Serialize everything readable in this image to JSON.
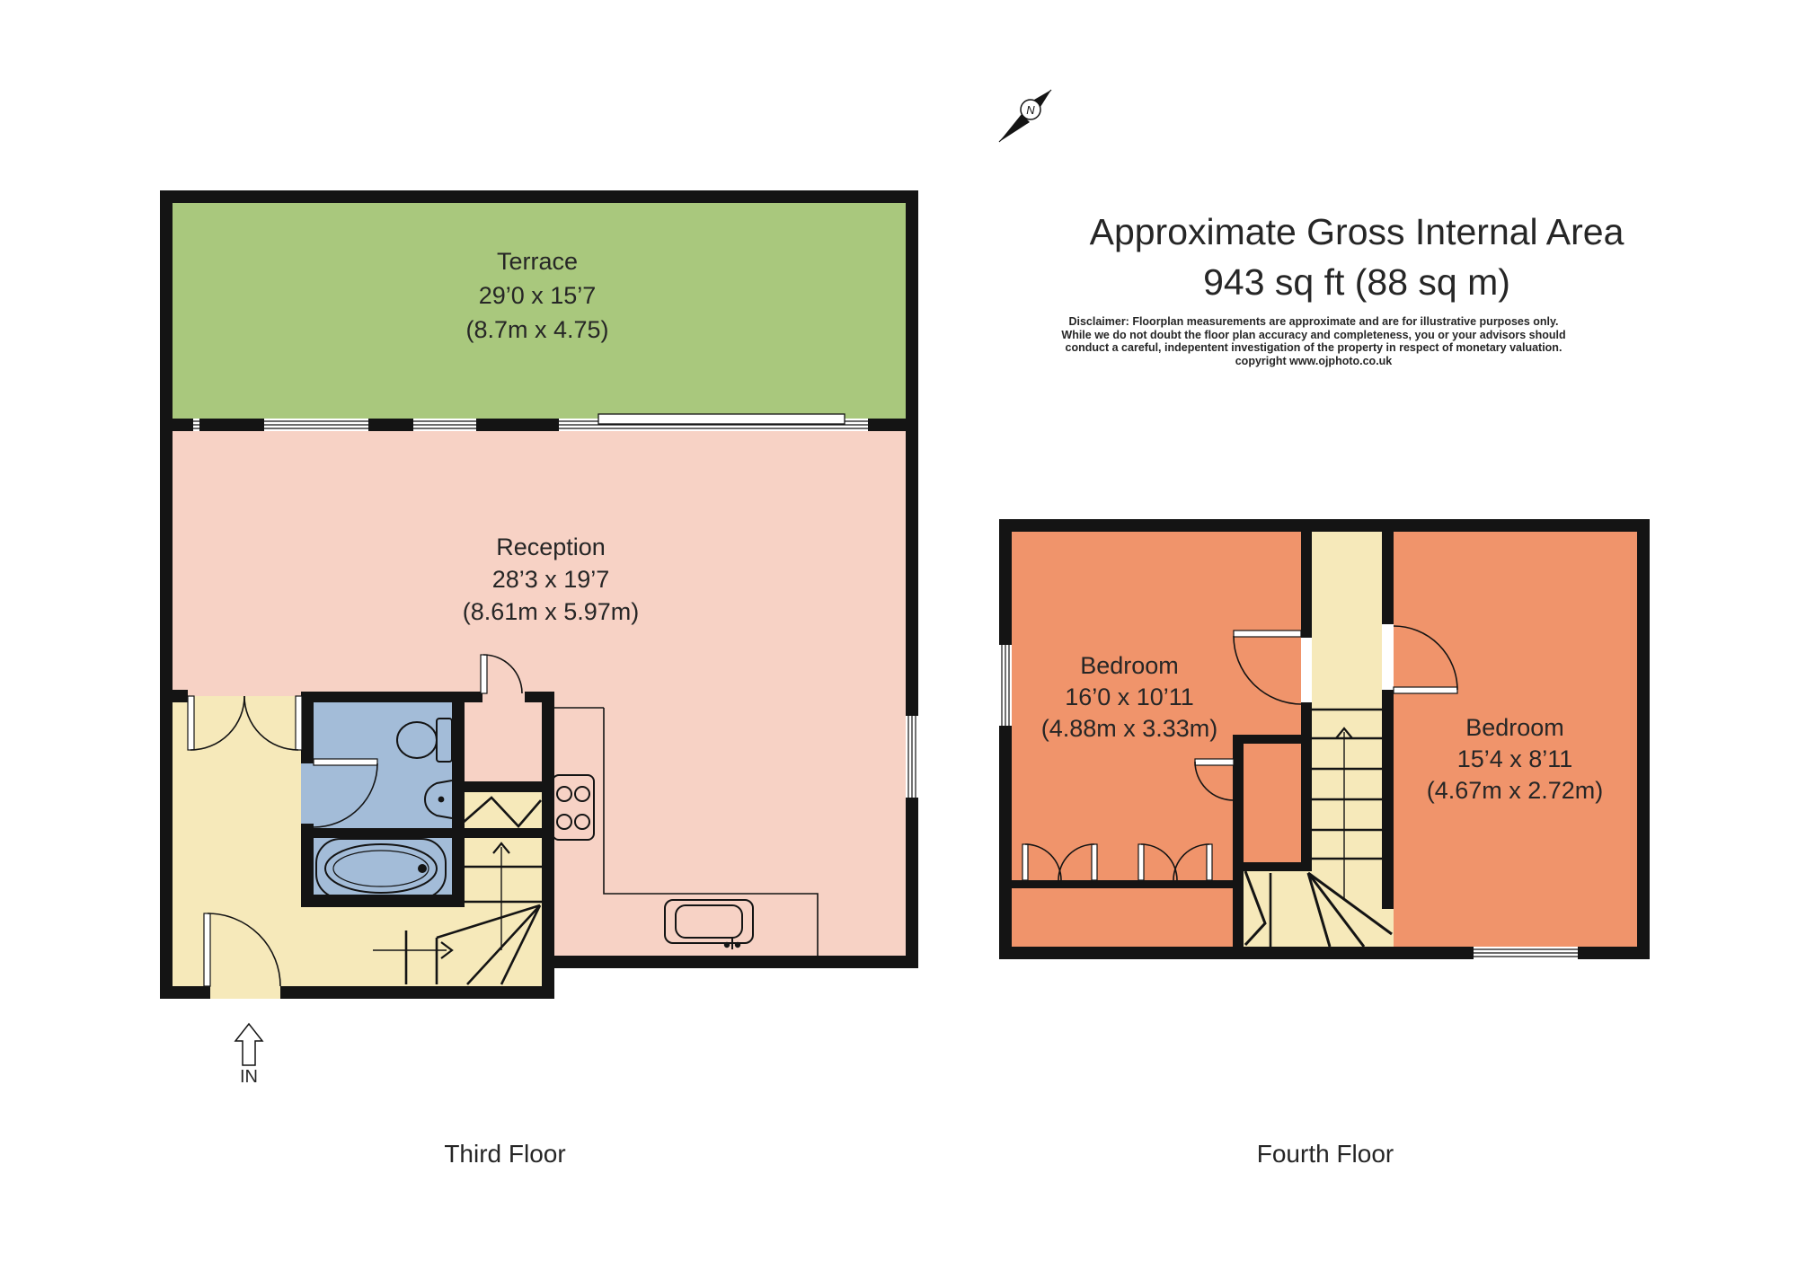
{
  "header": {
    "title_line1": "Approximate Gross Internal Area",
    "title_line2": "943 sq ft (88 sq m)",
    "disclaimer_lines": [
      "Disclaimer: Floorplan measurements are approximate and are for illustrative purposes only.",
      "While we do not doubt the floor plan accuracy and completeness, you or your advisors should",
      "conduct a careful, indepentent investigation of the property in respect of monetary valuation.",
      "copyright www.ojphoto.co.uk"
    ]
  },
  "compass": {
    "label": "N",
    "icon": "north-compass-icon"
  },
  "third_floor": {
    "label": "Third Floor",
    "entrance_label": "IN",
    "rooms": {
      "terrace": {
        "name": "Terrace",
        "imperial": "29’0 x 15’7",
        "metric": "(8.7m x 4.75)"
      },
      "reception": {
        "name": "Reception",
        "imperial": "28’3 x 19’7",
        "metric": "(8.61m x 5.97m)"
      }
    }
  },
  "fourth_floor": {
    "label": "Fourth Floor",
    "rooms": {
      "bedroom_left": {
        "name": "Bedroom",
        "imperial": "16’0 x 10’11",
        "metric": "(4.88m x 3.33m)"
      },
      "bedroom_right": {
        "name": "Bedroom",
        "imperial": "15’4 x 8’11",
        "metric": "(4.67m x 2.72m)"
      }
    }
  },
  "colors": {
    "terrace": "#a9c87d",
    "reception": "#f7d2c5",
    "bedroom": "#f0946b",
    "stairs_hall": "#f6e9ba",
    "bathroom": "#a3bcd8",
    "wall": "#141414",
    "text": "#262626"
  }
}
